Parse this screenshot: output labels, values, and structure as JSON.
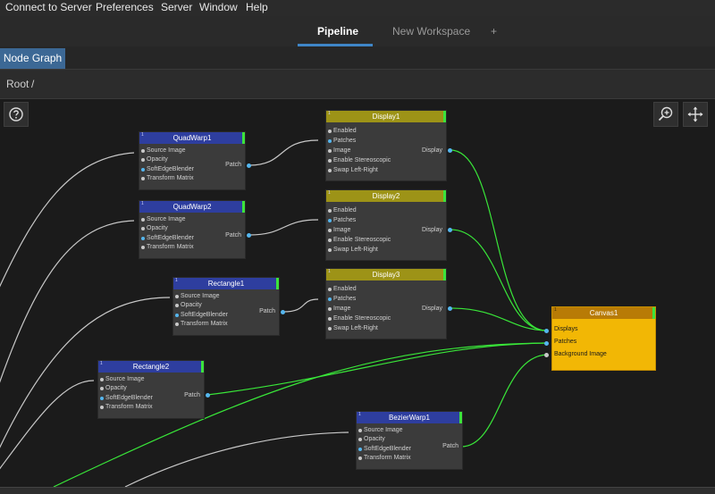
{
  "menubar": {
    "items": [
      "Connect to Server",
      "Preferences",
      "Server",
      "Window",
      "Help"
    ]
  },
  "tabs": {
    "items": [
      "Pipeline",
      "New Workspace"
    ],
    "add_label": "+"
  },
  "subtab": {
    "label": "Node Graph"
  },
  "breadcrumb": {
    "root": "Root",
    "separator": "/"
  },
  "toolbar": {
    "help_icon": "question-circle-icon",
    "zoom_icon": "zoom-in-icon",
    "pan_icon": "move-arrows-icon"
  },
  "nodes": {
    "quadwarp1": {
      "title": "QuadWarp1",
      "inputs": [
        "Source Image",
        "Opacity",
        "SoftEdgeBlender",
        "Transform Matrix"
      ],
      "output": "Patch"
    },
    "quadwarp2": {
      "title": "QuadWarp2",
      "inputs": [
        "Source Image",
        "Opacity",
        "SoftEdgeBlender",
        "Transform Matrix"
      ],
      "output": "Patch"
    },
    "rectangle1": {
      "title": "Rectangle1",
      "inputs": [
        "Source Image",
        "Opacity",
        "SoftEdgeBlender",
        "Transform Matrix"
      ],
      "output": "Patch"
    },
    "rectangle2": {
      "title": "Rectangle2",
      "inputs": [
        "Source Image",
        "Opacity",
        "SoftEdgeBlender",
        "Transform Matrix"
      ],
      "output": "Patch"
    },
    "bezierwarp1": {
      "title": "BezierWarp1",
      "inputs": [
        "Source Image",
        "Opacity",
        "SoftEdgeBlender",
        "Transform Matrix"
      ],
      "output": "Patch"
    },
    "display1": {
      "title": "Display1",
      "inputs": [
        "Enabled",
        "Patches",
        "Image",
        "Enable Stereoscopic",
        "Swap Left-Right"
      ],
      "output": "Display"
    },
    "display2": {
      "title": "Display2",
      "inputs": [
        "Enabled",
        "Patches",
        "Image",
        "Enable Stereoscopic",
        "Swap Left-Right"
      ],
      "output": "Display"
    },
    "display3": {
      "title": "Display3",
      "inputs": [
        "Enabled",
        "Patches",
        "Image",
        "Enable Stereoscopic",
        "Swap Left-Right"
      ],
      "output": "Display"
    },
    "canvas1": {
      "title": "Canvas1",
      "inputs": [
        "Displays",
        "Patches",
        "Background Image"
      ]
    }
  },
  "colors": {
    "accent_blue": "#3f86c8",
    "warp_header": "#2e3e9f",
    "display_header": "#9d9317",
    "canvas_body": "#f2b705",
    "wire_active": "#39e639",
    "wire_idle": "#c8c8c8"
  }
}
